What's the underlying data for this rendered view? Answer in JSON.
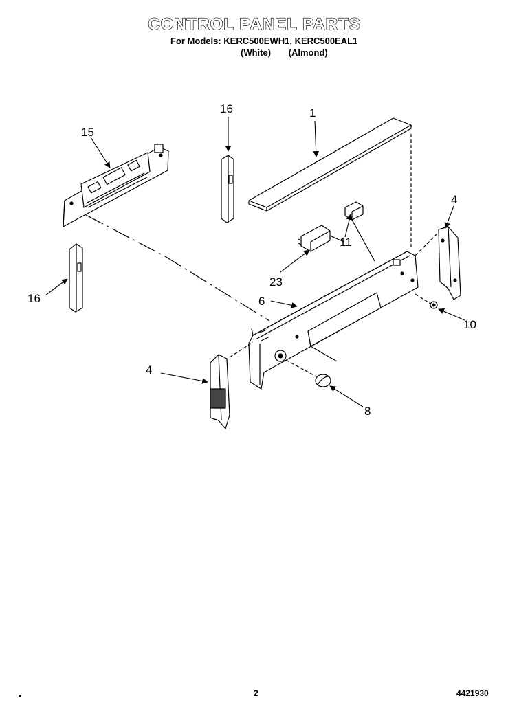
{
  "header": {
    "title": "CONTROL PANEL PARTS",
    "models": "For Models: KERC500EWH1, KERC500EAL1",
    "variant_white": "(White)",
    "variant_almond": "(Almond)"
  },
  "callouts": [
    {
      "id": "c1",
      "label": "1"
    },
    {
      "id": "c4a",
      "label": "4"
    },
    {
      "id": "c4b",
      "label": "4"
    },
    {
      "id": "c6",
      "label": "6"
    },
    {
      "id": "c8",
      "label": "8"
    },
    {
      "id": "c10",
      "label": "10"
    },
    {
      "id": "c11",
      "label": "11"
    },
    {
      "id": "c15",
      "label": "15"
    },
    {
      "id": "c16a",
      "label": "16"
    },
    {
      "id": "c16b",
      "label": "16"
    },
    {
      "id": "c23",
      "label": "23"
    }
  ],
  "footer": {
    "page_number": "2",
    "document_number": "4421930"
  }
}
